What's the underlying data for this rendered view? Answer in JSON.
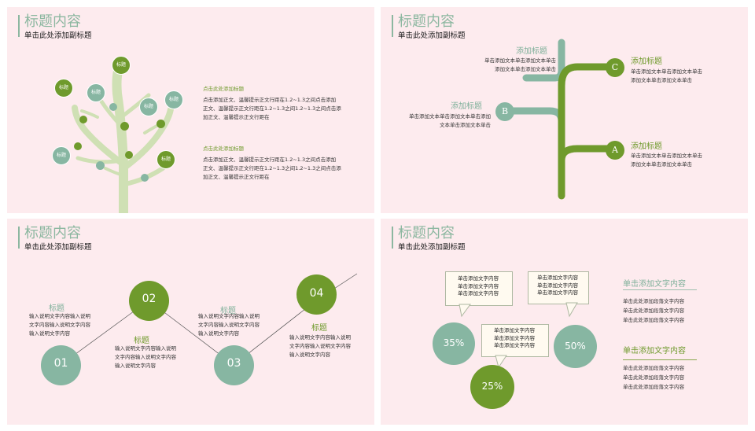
{
  "slides": {
    "s1": {
      "title": "标题内容",
      "subtitle": "单击此处添加副标题",
      "tree_labels": [
        "标题",
        "标题",
        "标题",
        "标题",
        "标题",
        "标题"
      ],
      "block1": {
        "heading": "点击此处添加标题",
        "lines": [
          "点击添加正文、温馨提示正文行距在1.2~1.3之间点击添加",
          "正文、温馨提示正文行距在1.2~1.3之间1.2~1.3之间点击添",
          "加正文、温馨提示正文行距在"
        ]
      },
      "block2": {
        "heading": "点击此处添加标题",
        "lines": [
          "点击添加正文、温馨提示正文行距在1.2~1.3之间点击添加",
          "正文、温馨提示正文行距在1.2~1.3之间1.2~1.3之间点击添",
          "加正文、温馨提示正文行距在"
        ]
      }
    },
    "s2": {
      "title": "标题内容",
      "subtitle": "单击此处添加副标题",
      "top_left": {
        "heading": "添加标题",
        "lines": [
          "单击添加文本单击添加文本单击",
          "添加文本单击添加文本单击"
        ]
      },
      "mid_left": {
        "heading": "添加标题",
        "letter": "B",
        "lines": [
          "单击添加文本单击添加文本单击添加",
          "文本单击添加文本单击"
        ]
      },
      "right_c": {
        "heading": "添加标题",
        "letter": "C",
        "lines": [
          "单击添加文本单击添加文本单击",
          "添加文本单击添加文本单击"
        ]
      },
      "right_a": {
        "heading": "添加标题",
        "letter": "A",
        "lines": [
          "单击添加文本单击添加文本单击",
          "添加文本单击添加文本单击"
        ]
      }
    },
    "s3": {
      "title": "标题内容",
      "subtitle": "单击此处添加副标题",
      "nodes": [
        {
          "num": "01",
          "heading": "标题",
          "lines": [
            "输入说明文字内容输入说明",
            "文字内容输入说明文字内容",
            "输入说明文字内容"
          ]
        },
        {
          "num": "02",
          "heading": "标题",
          "lines": [
            "输入说明文字内容输入说明",
            "文字内容输入说明文字内容",
            "输入说明文字内容"
          ]
        },
        {
          "num": "03",
          "heading": "标题",
          "lines": [
            "输入说明文字内容输入说明",
            "文字内容输入说明文字内容",
            "输入说明文字内容"
          ]
        },
        {
          "num": "04",
          "heading": "标题",
          "lines": [
            "输入说明文字内容输入说明",
            "文字内容输入说明文字内容",
            "输入说明文字内容"
          ]
        }
      ]
    },
    "s4": {
      "title": "标题内容",
      "subtitle": "单击此处添加副标题",
      "circles": [
        "35%",
        "25%",
        "50%"
      ],
      "box_lines": [
        "单击添加文字内容",
        "单击添加文字内容",
        "单击添加文字内容"
      ],
      "right1": {
        "heading": "单击添加文字内容",
        "lines": [
          "单击此处添加段落文字内容",
          "单击此处添加段落文字内容",
          "单击此处添加段落文字内容"
        ]
      },
      "right2": {
        "heading": "单击添加文字内容",
        "lines": [
          "单击此处添加段落文字内容",
          "单击此处添加段落文字内容",
          "单击此处添加段落文字内容"
        ]
      }
    }
  },
  "colors": {
    "green": "#6f9a2c",
    "teal": "#87b6a2",
    "pink_bg": "#fdebee",
    "tree": "#cfe0b4"
  }
}
